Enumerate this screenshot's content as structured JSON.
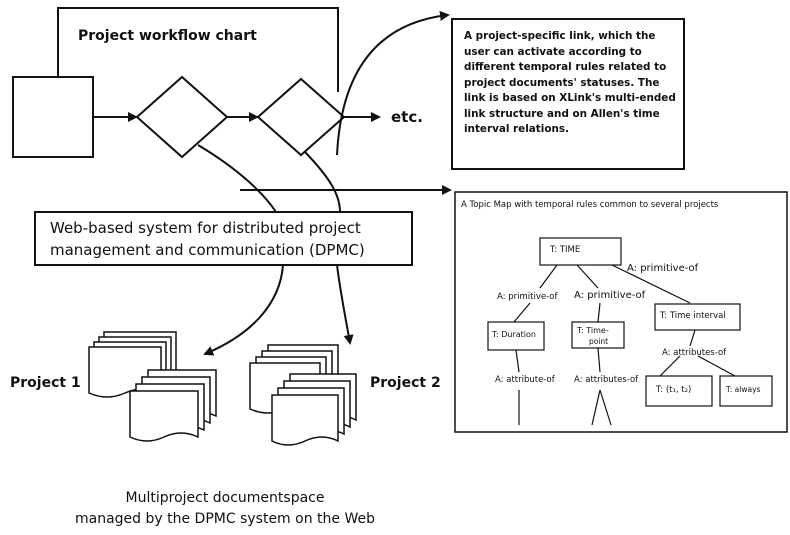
{
  "workflow": {
    "title": "Project workflow chart",
    "etc": "etc."
  },
  "link_box": {
    "lines": [
      "A project-specific link, which the",
      "user can activate according to",
      "different temporal rules related to",
      "project documents' statuses. The",
      "link is based on XLink's multi-ended",
      "link structure and on Allen's time",
      "interval relations."
    ]
  },
  "dpmc_box": {
    "lines": [
      "Web-based system for distributed project",
      "management and communication (DPMC)"
    ]
  },
  "projects": {
    "p1": "Project 1",
    "p2": "Project 2"
  },
  "documentspace": {
    "line1": "Multiproject documentspace",
    "line2": "managed by the DPMC system on the Web"
  },
  "topic_map": {
    "title": "A Topic Map with temporal rules common to several projects",
    "nodes": {
      "time": "T: TIME",
      "duration": "T: Duration",
      "timepoint_1": "T: Time-",
      "timepoint_2": "point",
      "interval": "T: Time interval",
      "t1t2": "T: (t₁, t₂)",
      "always": "T: always"
    },
    "edges": {
      "prim1": "A: primitive-of",
      "prim2": "A: primitive-of",
      "prim3": "A: primitive-of",
      "attr_dur": "A: attribute-of",
      "attr_tp": "A: attributes-of",
      "attr_int": "A: attributes-of"
    }
  }
}
